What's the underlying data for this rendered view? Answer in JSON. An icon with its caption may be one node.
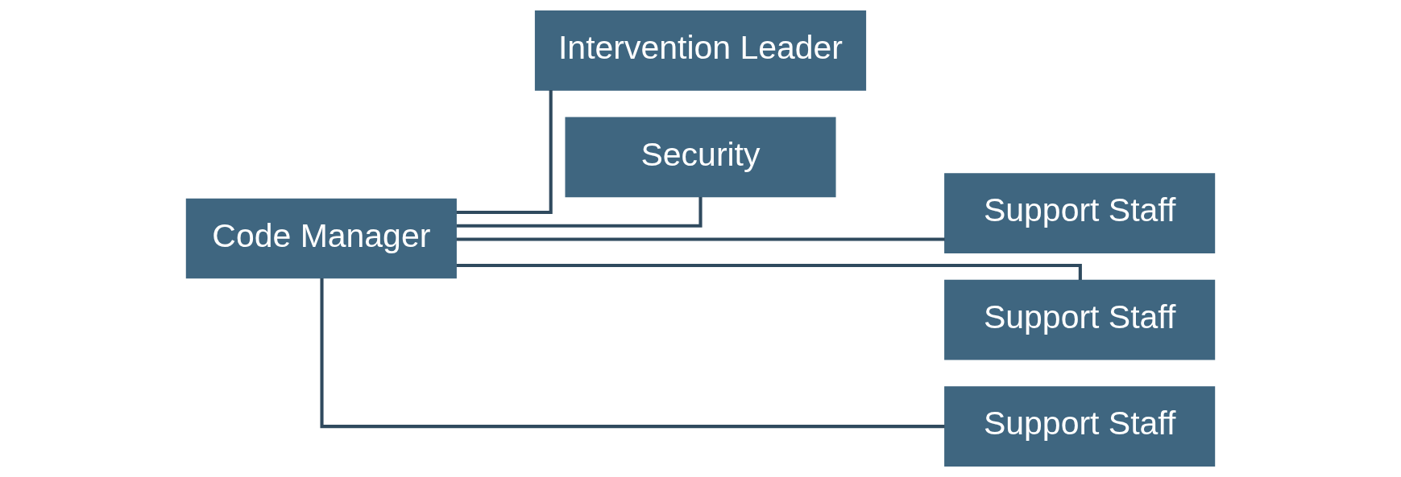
{
  "diagram": {
    "nodes": [
      {
        "text": [
          "Code Manager"
        ]
      },
      {
        "text": [
          "Intervention Leader"
        ]
      },
      {
        "text": [
          "Security"
        ]
      },
      {
        "text": [
          "Support Staff"
        ]
      },
      {
        "text": [
          "Support Staff"
        ]
      },
      {
        "text": [
          "Support Staff"
        ]
      }
    ],
    "edges": [
      {
        "from": 0,
        "to": 1,
        "arrow": "none"
      },
      {
        "from": 0,
        "to": 2,
        "arrow": "none"
      },
      {
        "from": 0,
        "to": 3,
        "arrow": "none"
      },
      {
        "from": 0,
        "to": 4,
        "arrow": "none"
      },
      {
        "from": 0,
        "to": 5,
        "arrow": "none"
      }
    ]
  }
}
